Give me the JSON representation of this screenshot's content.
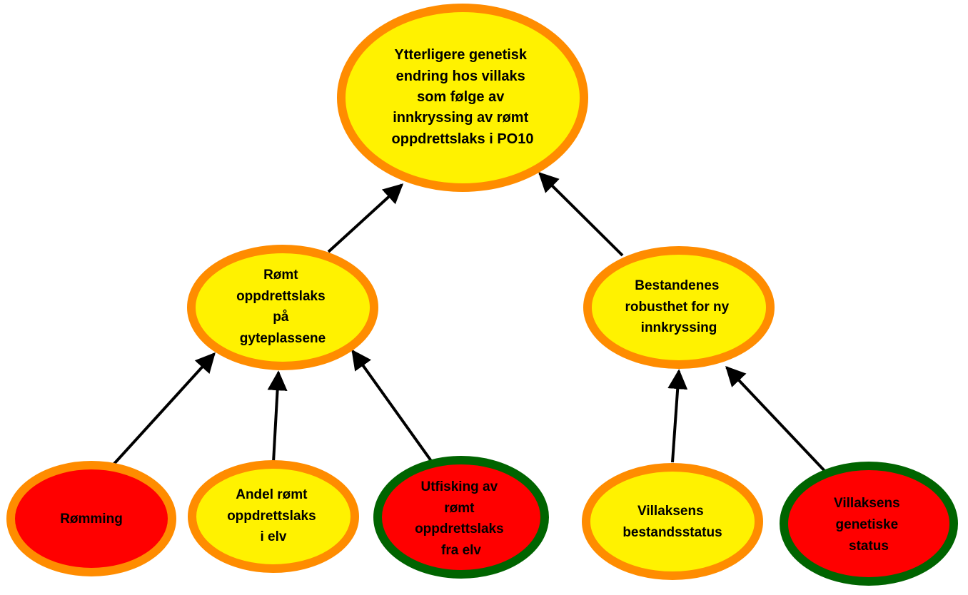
{
  "diagram": {
    "colors": {
      "yellow_fill": "#FFF200",
      "red_fill": "#FF0000",
      "orange_border": "#FF8C00",
      "green_border": "#006400",
      "arrow": "#000000"
    },
    "nodes": {
      "top": {
        "lines": [
          "Ytterligere genetisk",
          "endring hos villaks",
          "som følge av",
          "innkryssing av rømt",
          "oppdrettslaks i PO10"
        ],
        "fill": "yellow",
        "border": "orange"
      },
      "escaped_farmed_salmon": {
        "lines": [
          "Rømt",
          "oppdrettslaks",
          "på",
          "gyteplassene"
        ],
        "fill": "yellow",
        "border": "orange"
      },
      "population_robustness": {
        "lines": [
          "Bestandenes",
          "robusthet for ny",
          "innkryssing"
        ],
        "fill": "yellow",
        "border": "orange"
      },
      "escape": {
        "lines": [
          "Rømming"
        ],
        "fill": "red",
        "border": "orange"
      },
      "share_in_river": {
        "lines": [
          "Andel rømt",
          "oppdrettslaks",
          "i elv"
        ],
        "fill": "yellow",
        "border": "orange"
      },
      "removal_from_river": {
        "lines": [
          "Utfisking av",
          "rømt",
          "oppdrettslaks",
          "fra elv"
        ],
        "fill": "red",
        "border": "green"
      },
      "wild_population_status": {
        "lines": [
          "Villaksens",
          "bestandsstatus"
        ],
        "fill": "yellow",
        "border": "orange"
      },
      "wild_genetic_status": {
        "lines": [
          "Villaksens",
          "genetiske",
          "status"
        ],
        "fill": "red",
        "border": "green"
      }
    },
    "edges": [
      {
        "from": "escaped_farmed_salmon",
        "to": "top"
      },
      {
        "from": "population_robustness",
        "to": "top"
      },
      {
        "from": "escape",
        "to": "escaped_farmed_salmon"
      },
      {
        "from": "share_in_river",
        "to": "escaped_farmed_salmon"
      },
      {
        "from": "removal_from_river",
        "to": "escaped_farmed_salmon"
      },
      {
        "from": "wild_population_status",
        "to": "population_robustness"
      },
      {
        "from": "wild_genetic_status",
        "to": "population_robustness"
      }
    ]
  }
}
